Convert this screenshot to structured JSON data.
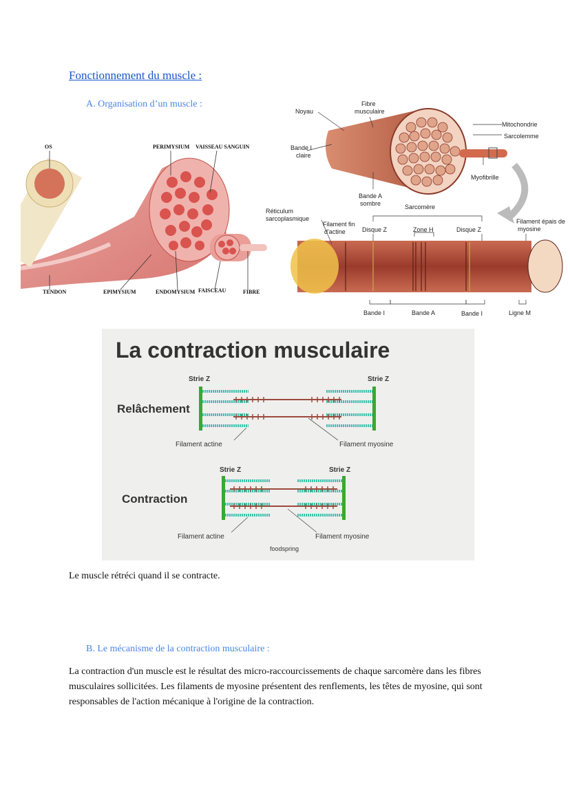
{
  "heading": "Fonctionnement du muscle :",
  "section_a": "A.   Organisation d’un muscle :",
  "muscle_labels": {
    "os": "OS",
    "perimysium": "PERIMYSIUM",
    "vaisseau": "VAISSEAU SANGUIN",
    "tendon": "TENDON",
    "epimysium": "EPIMYSIUM",
    "endomysium": "ENDOMYSIUM",
    "faisceau": "FAISCEAU",
    "fibre": "FIBRE"
  },
  "fibre_labels": {
    "noyau": "Noyau",
    "fibre_1": "Fibre",
    "fibre_2": "musculaire",
    "mitochondrie": "Mitochondrie",
    "sarcolemme": "Sarcolemme",
    "bande_i_1": "Bande I",
    "bande_i_2": "claire",
    "myofibrille": "Myofibrille",
    "bande_a_1": "Bande A",
    "bande_a_2": "sombre",
    "reticulum_1": "Réticulum",
    "reticulum_2": "sarcoplasmique",
    "sarcomere": "Sarcomère",
    "filament_fin_1": "Filament fin",
    "filament_fin_2": "d'actine",
    "disque_z_left": "Disque Z",
    "zone_h": "Zone H",
    "disque_z_right": "Disque Z",
    "filament_epais_1": "Filament épais de",
    "filament_epais_2": "myosine",
    "bottom_bande_i_left": "Bande I",
    "bottom_bande_a": "Bande A",
    "bottom_bande_i_right": "Bande I",
    "ligne_m": "Ligne M"
  },
  "contraction": {
    "title": "La contraction musculaire",
    "strie_z": "Strie Z",
    "relachement": "Relâchement",
    "contraction_label": "Contraction",
    "filament_actine": "Filament actine",
    "filament_myosine": "Filament myosine",
    "brand": "foodspring",
    "colors": {
      "actin": "#3dbfae",
      "z_line": "#3aa832",
      "myosin": "#9b4a3c",
      "bg": "#efefed"
    }
  },
  "sentence_1": "Le muscle rétréci quand il se contracte.",
  "section_b": "B.   Le mécanisme de la contraction musculaire :",
  "body_text": "La contraction d'un muscle est le résultat des micro-raccourcissements de chaque sarcomère dans les fibres musculaires sollicitées. Les filaments de myosine présentent des renflements, les têtes de myosine, qui sont responsables de l'action mécanique à l'origine de la contraction."
}
